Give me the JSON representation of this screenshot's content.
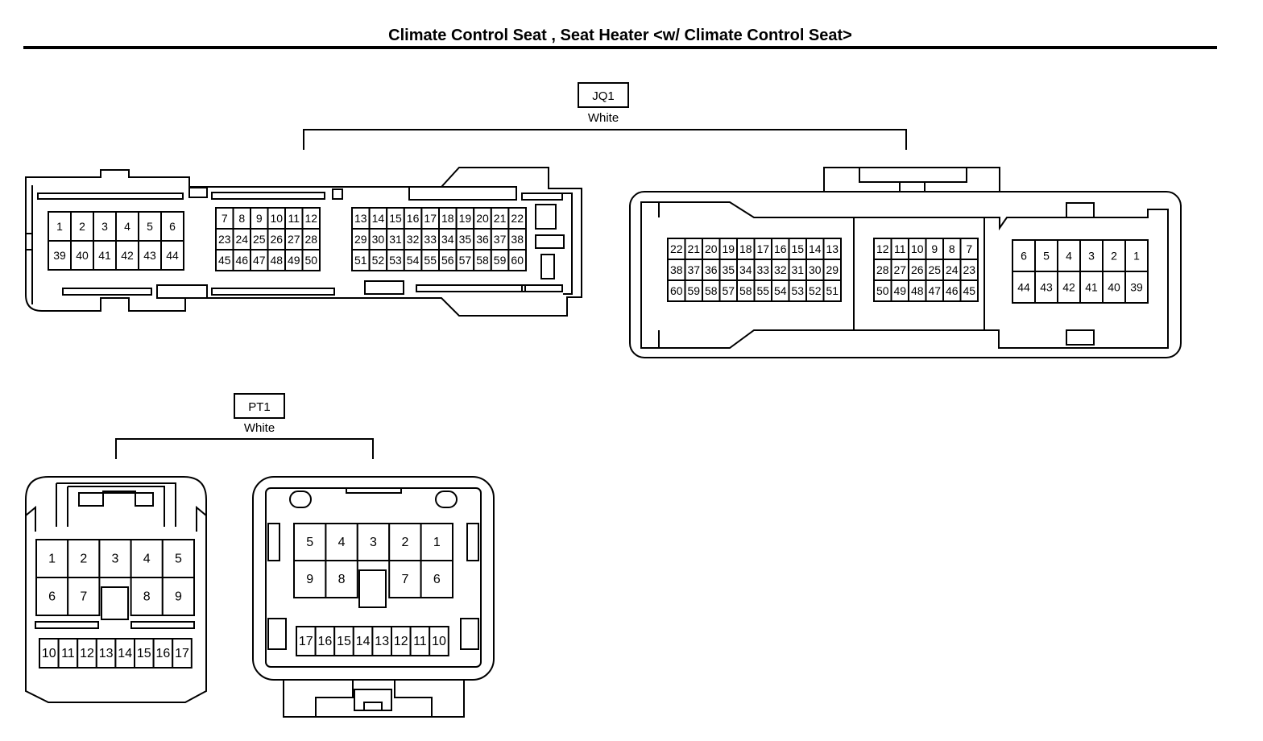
{
  "title": "Climate Control Seat , Seat Heater <w/ Climate Control Seat>",
  "connectors": [
    {
      "id": "JQ1",
      "color": "White",
      "views": [
        {
          "blocks": [
            {
              "rows": [
                [
                  "1",
                  "2",
                  "3",
                  "4",
                  "5",
                  "6"
                ],
                [
                  "39",
                  "40",
                  "41",
                  "42",
                  "43",
                  "44"
                ]
              ]
            },
            {
              "rows": [
                [
                  "7",
                  "8",
                  "9",
                  "10",
                  "11",
                  "12"
                ],
                [
                  "23",
                  "24",
                  "25",
                  "26",
                  "27",
                  "28"
                ],
                [
                  "45",
                  "46",
                  "47",
                  "48",
                  "49",
                  "50"
                ]
              ]
            },
            {
              "rows": [
                [
                  "13",
                  "14",
                  "15",
                  "16",
                  "17",
                  "18",
                  "19",
                  "20",
                  "21",
                  "22"
                ],
                [
                  "29",
                  "30",
                  "31",
                  "32",
                  "33",
                  "34",
                  "35",
                  "36",
                  "37",
                  "38"
                ],
                [
                  "51",
                  "52",
                  "53",
                  "54",
                  "55",
                  "56",
                  "57",
                  "58",
                  "59",
                  "60"
                ]
              ]
            }
          ]
        },
        {
          "blocks": [
            {
              "rows": [
                [
                  "22",
                  "21",
                  "20",
                  "19",
                  "18",
                  "17",
                  "16",
                  "15",
                  "14",
                  "13"
                ],
                [
                  "38",
                  "37",
                  "36",
                  "35",
                  "34",
                  "33",
                  "32",
                  "31",
                  "30",
                  "29"
                ],
                [
                  "60",
                  "59",
                  "58",
                  "57",
                  "58",
                  "55",
                  "54",
                  "53",
                  "52",
                  "51"
                ]
              ]
            },
            {
              "rows": [
                [
                  "12",
                  "11",
                  "10",
                  "9",
                  "8",
                  "7"
                ],
                [
                  "28",
                  "27",
                  "26",
                  "25",
                  "24",
                  "23"
                ],
                [
                  "50",
                  "49",
                  "48",
                  "47",
                  "46",
                  "45"
                ]
              ]
            },
            {
              "rows": [
                [
                  "6",
                  "5",
                  "4",
                  "3",
                  "2",
                  "1"
                ],
                [
                  "44",
                  "43",
                  "42",
                  "41",
                  "40",
                  "39"
                ]
              ]
            }
          ]
        }
      ]
    },
    {
      "id": "PT1",
      "color": "White",
      "views": [
        {
          "blocks": [
            {
              "rows": [
                [
                  "1",
                  "2",
                  "3",
                  "4",
                  "5"
                ],
                [
                  "6",
                  "7",
                  "",
                  "8",
                  "9"
                ]
              ]
            },
            {
              "rows": [
                [
                  "10",
                  "11",
                  "12",
                  "13",
                  "14",
                  "15",
                  "16",
                  "17"
                ]
              ]
            }
          ]
        },
        {
          "blocks": [
            {
              "rows": [
                [
                  "5",
                  "4",
                  "3",
                  "2",
                  "1"
                ],
                [
                  "9",
                  "8",
                  "",
                  "7",
                  "6"
                ]
              ]
            },
            {
              "rows": [
                [
                  "17",
                  "16",
                  "15",
                  "14",
                  "13",
                  "12",
                  "11",
                  "10"
                ]
              ]
            }
          ]
        }
      ]
    }
  ]
}
